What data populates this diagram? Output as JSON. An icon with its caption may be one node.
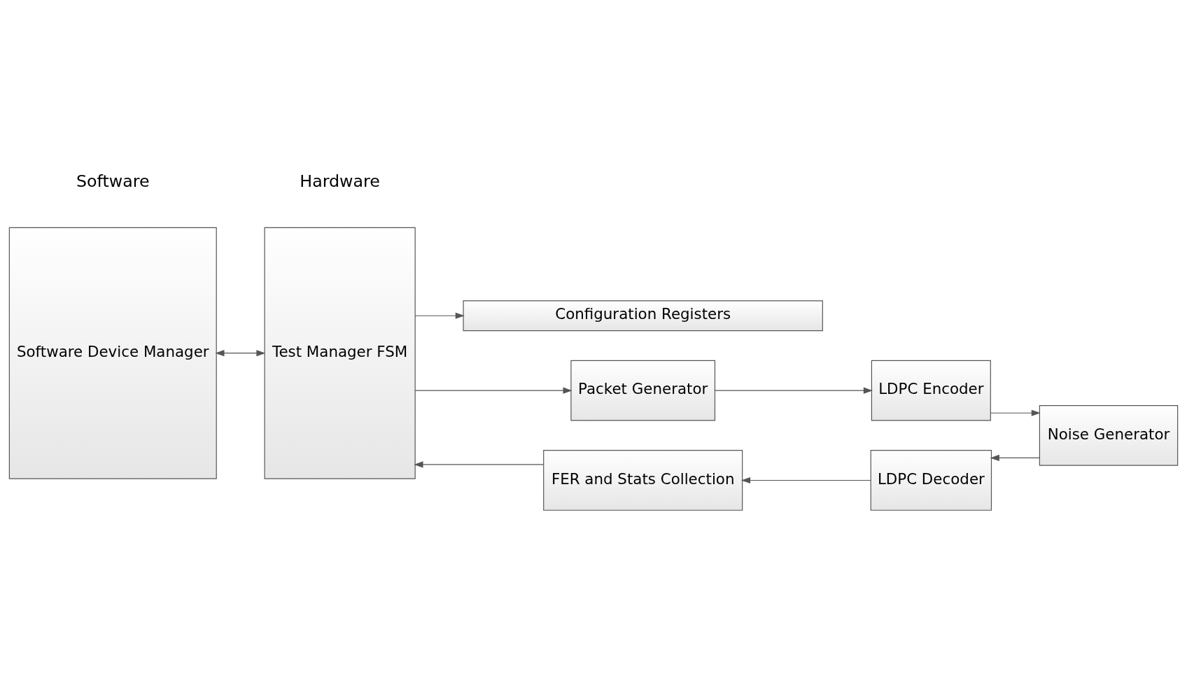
{
  "diagram": {
    "nodes": [
      {
        "text": [
          "Software Device Manager"
        ]
      },
      {
        "text": [
          "Test Manager FSM"
        ]
      },
      {
        "text": [
          "Configuration Registers"
        ]
      },
      {
        "text": [
          "Packet Generator"
        ]
      },
      {
        "text": [
          "LDPC Encoder"
        ]
      },
      {
        "text": [
          "Noise Generator"
        ]
      },
      {
        "text": [
          "FER and Stats Collection"
        ]
      },
      {
        "text": [
          "LDPC Decoder"
        ]
      }
    ],
    "edges": [
      {
        "from": 0,
        "to": 1,
        "arrow": "both"
      },
      {
        "from": 1,
        "to": 2,
        "arrow": "to"
      },
      {
        "from": 1,
        "to": 3,
        "arrow": "to"
      },
      {
        "from": 3,
        "to": 4,
        "arrow": "to"
      },
      {
        "from": 4,
        "to": 5,
        "arrow": "to"
      },
      {
        "from": 5,
        "to": 7,
        "arrow": "to"
      },
      {
        "from": 7,
        "to": 6,
        "arrow": "to"
      },
      {
        "from": 6,
        "to": 1,
        "arrow": "to"
      }
    ],
    "labels": [
      "Software",
      "Hardware"
    ]
  }
}
